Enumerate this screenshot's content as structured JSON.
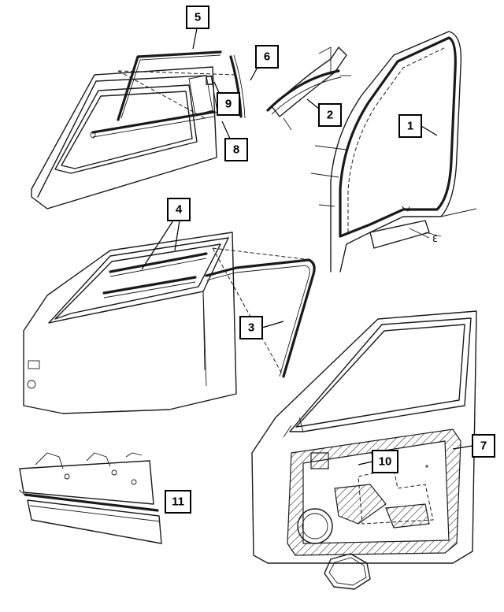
{
  "callouts": [
    {
      "id": "c1",
      "label": "1"
    },
    {
      "id": "c2",
      "label": "2"
    },
    {
      "id": "c3",
      "label": "3"
    },
    {
      "id": "c4",
      "label": "4"
    },
    {
      "id": "c5",
      "label": "5"
    },
    {
      "id": "c6",
      "label": "6"
    },
    {
      "id": "c7",
      "label": "7"
    },
    {
      "id": "c8",
      "label": "8"
    },
    {
      "id": "c9",
      "label": "9"
    },
    {
      "id": "c10",
      "label": "10"
    },
    {
      "id": "c11",
      "label": "11"
    }
  ],
  "annotations": {
    "centerline": "ℇ"
  }
}
